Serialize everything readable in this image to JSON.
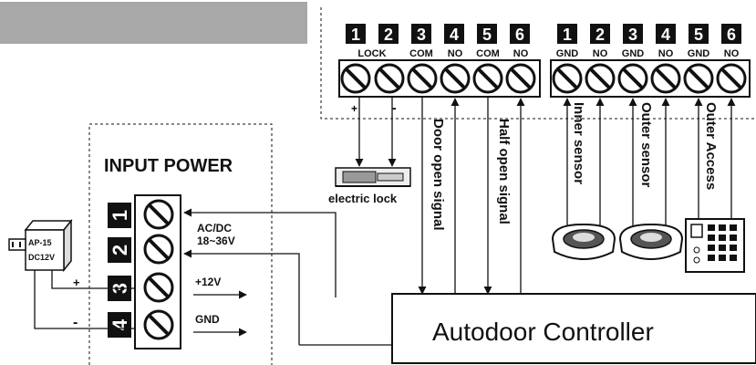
{
  "top_terminals": {
    "group_a": {
      "numbers": [
        "1",
        "2",
        "3",
        "4",
        "5",
        "6"
      ],
      "labels": [
        "LOCK",
        "COM",
        "NO",
        "COM",
        "NO"
      ]
    },
    "group_b": {
      "numbers": [
        "1",
        "2",
        "3",
        "4",
        "5",
        "6"
      ],
      "labels": [
        "GND",
        "NO",
        "GND",
        "NO",
        "GND",
        "NO"
      ]
    },
    "polarity_plus": "+",
    "polarity_minus": "-"
  },
  "signals": {
    "door_open": "Door open signal",
    "half_open": "Half open signal",
    "inner_sensor": "Inner sensor",
    "outer_sensor": "Outer sensor",
    "outer_access": "Outer Access"
  },
  "electric_lock": {
    "label": "electric lock"
  },
  "input_power": {
    "title": "INPUT POWER",
    "terminal_numbers": [
      "1",
      "2",
      "3",
      "4"
    ],
    "acdc_label": "AC/DC",
    "voltage_range": "18~36V",
    "plus12v": "+12V",
    "gnd": "GND"
  },
  "adapter": {
    "model": "AP-15",
    "rating": "DC12V",
    "plus": "+",
    "minus": "-"
  },
  "controller": {
    "label": "Autodoor Controller"
  },
  "colors": {
    "header_bar": "#a8a8a8",
    "line": "#111111",
    "badge": "#111111"
  }
}
